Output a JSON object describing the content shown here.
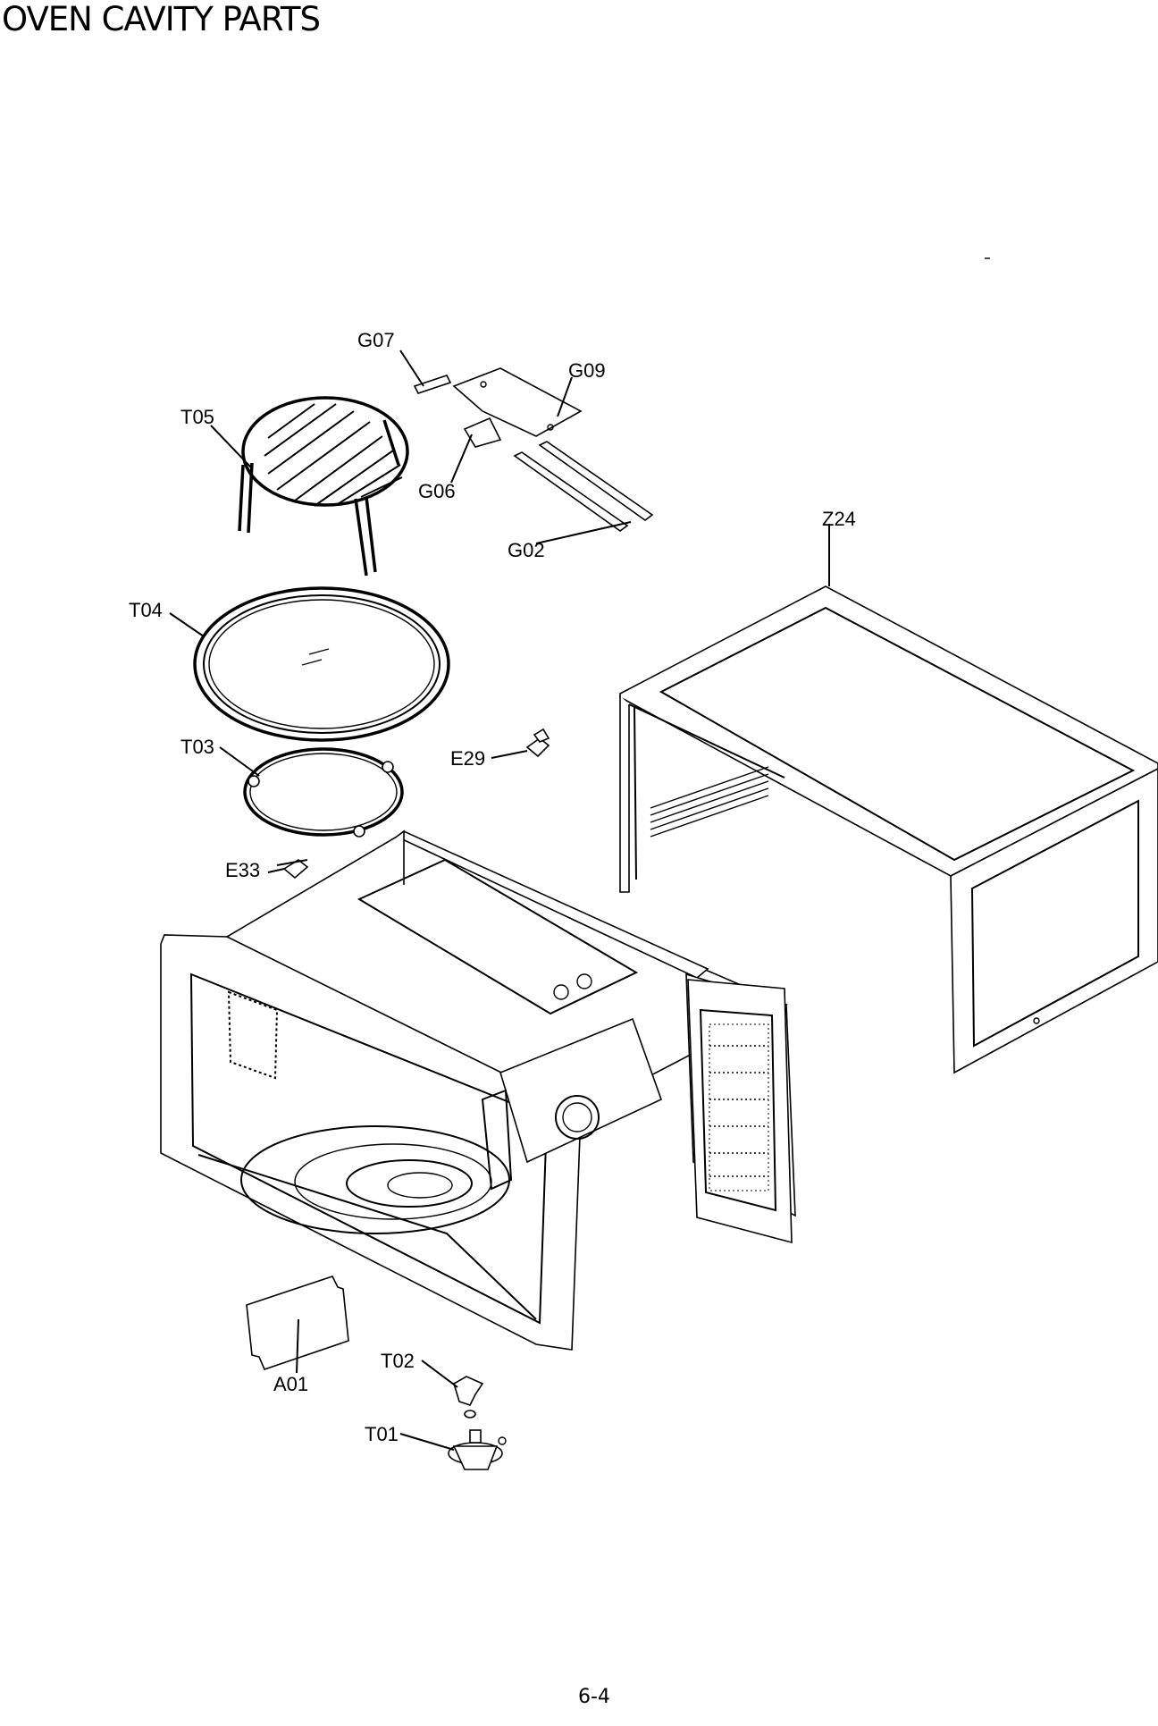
{
  "title": "OVEN CAVITY PARTS",
  "page_number": "6-4",
  "parts": {
    "G07": "G07",
    "G09": "G09",
    "T05": "T05",
    "G06": "G06",
    "G02": "G02",
    "Z24": "Z24",
    "T04": "T04",
    "T03": "T03",
    "E29": "E29",
    "E33": "E33",
    "A01": "A01",
    "T02": "T02",
    "T01": "T01"
  }
}
